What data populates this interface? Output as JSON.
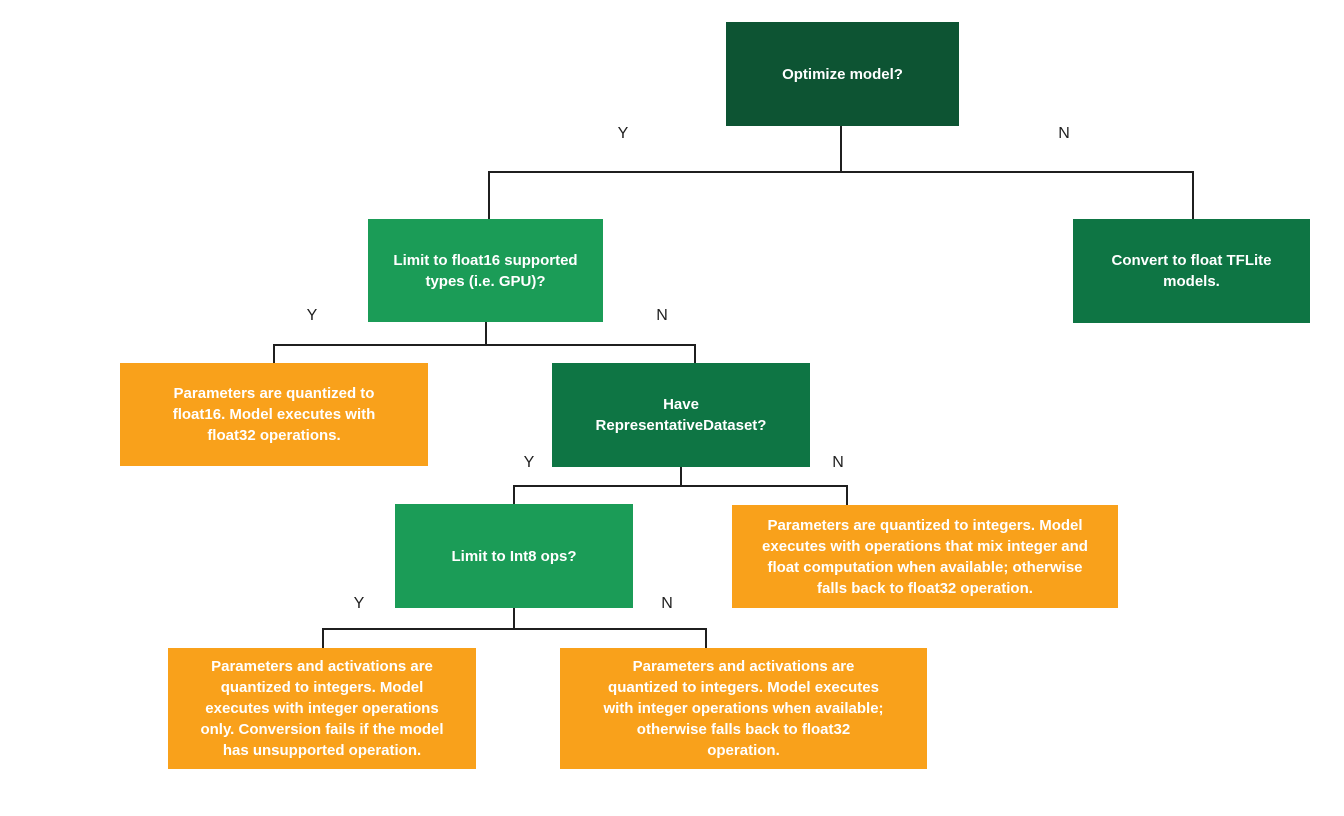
{
  "colors": {
    "background": "#ffffff",
    "node_dark_green": "#0d5433",
    "node_medium_green": "#0e7544",
    "node_bright_green": "#1b9c57",
    "node_orange": "#f9a11b",
    "node_text": "#ffffff",
    "edge_line": "#1f1f1f",
    "edge_label_text": "#1f1f1f"
  },
  "edge_labels": {
    "yes": "Y",
    "no": "N"
  },
  "nodes": {
    "optimize": {
      "label": "Optimize model?"
    },
    "float16_question": {
      "label": "Limit to float16 supported\ntypes (i.e. GPU)?"
    },
    "convert_float": {
      "label": "Convert to float TFLite\nmodels."
    },
    "float16_result": {
      "label": "Parameters are quantized to\nfloat16. Model executes with\nfloat32 operations."
    },
    "have_dataset": {
      "label": "Have\nRepresentativeDataset?"
    },
    "int8_question": {
      "label": "Limit to Int8 ops?"
    },
    "dynamic_result": {
      "label": "Parameters are quantized to integers. Model\nexecutes with operations that mix integer and\nfloat computation when available; otherwise\nfalls back to float32 operation."
    },
    "int8_only_result": {
      "label": "Parameters and activations are\nquantized to integers. Model\nexecutes with integer operations\nonly. Conversion fails if the model\nhas unsupported operation."
    },
    "int8_fallback_result": {
      "label": "Parameters and activations are\nquantized to integers. Model executes\nwith integer operations when available;\notherwise falls back to float32\noperation."
    }
  }
}
